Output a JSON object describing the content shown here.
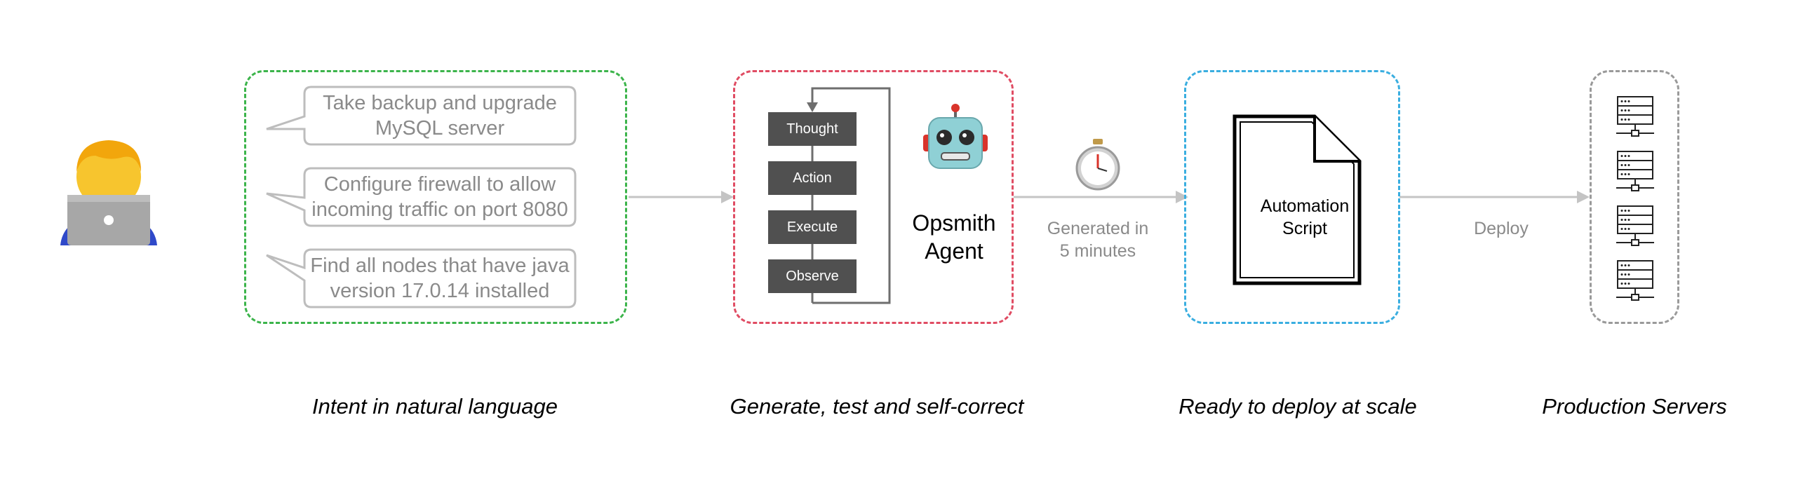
{
  "intent": {
    "bubbles": [
      {
        "line1": "Take backup and upgrade",
        "line2": "MySQL server"
      },
      {
        "line1": "Configure firewall to allow",
        "line2": "incoming traffic on port 8080"
      },
      {
        "line1": "Find all nodes that have java",
        "line2": "version 17.0.14 installed"
      }
    ],
    "caption": "Intent in natural language"
  },
  "agent": {
    "steps": [
      "Thought",
      "Action",
      "Execute",
      "Observe"
    ],
    "name_line1": "Opsmith",
    "name_line2": "Agent",
    "caption": "Generate, test and self-correct"
  },
  "generation": {
    "line1": "Generated in",
    "line2": "5 minutes"
  },
  "script": {
    "line1": "Automation",
    "line2": "Script",
    "caption": "Ready to deploy at scale"
  },
  "deploy": {
    "label": "Deploy"
  },
  "servers": {
    "caption": "Production Servers"
  },
  "colors": {
    "intent_border": "#3cb44b",
    "agent_border": "#e04c63",
    "script_border": "#3aaee0",
    "servers_border": "#9a9a9a",
    "arrow": "#c4c4c4",
    "step_fill": "#505050"
  },
  "icons": [
    "developer-laptop-icon",
    "robot-icon",
    "stopwatch-icon",
    "document-icon",
    "server-icon"
  ]
}
